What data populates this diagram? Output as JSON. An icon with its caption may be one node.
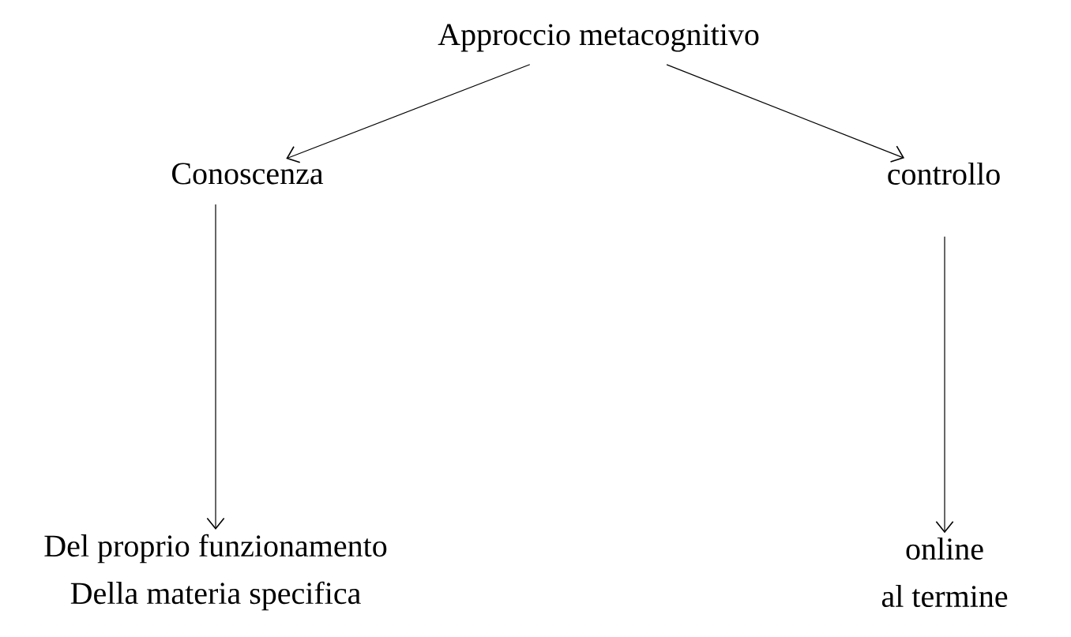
{
  "diagram": {
    "nodes": [
      {
        "text": [
          "Approccio metacognitivo"
        ]
      },
      {
        "text": [
          "Conoscenza"
        ]
      },
      {
        "text": [
          "controllo"
        ]
      },
      {
        "text": [
          "Del proprio funzionamento",
          "Della materia specifica"
        ]
      },
      {
        "text": [
          "online",
          "al termine"
        ]
      }
    ],
    "edges": [
      {
        "from": 0,
        "to": 1,
        "arrow": "to"
      },
      {
        "from": 0,
        "to": 2,
        "arrow": "to"
      },
      {
        "from": 1,
        "to": 3,
        "arrow": "to"
      },
      {
        "from": 2,
        "to": 4,
        "arrow": "to"
      }
    ]
  }
}
